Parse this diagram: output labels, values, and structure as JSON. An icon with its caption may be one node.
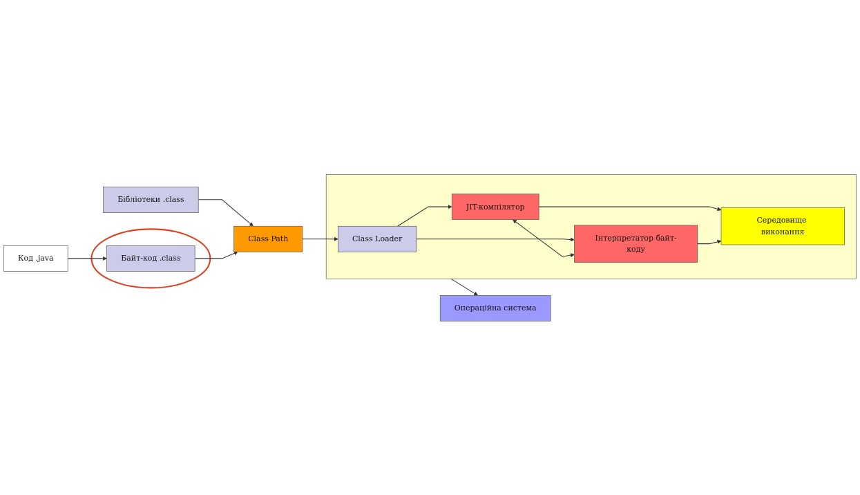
{
  "diagram": {
    "nodes": [
      {
        "text": [
          "Код .java"
        ]
      },
      {
        "text": [
          "Бібліотеки .class"
        ]
      },
      {
        "text": [],
        "shape": "circle"
      },
      {
        "text": [
          "Байт-код .class"
        ],
        "in": 2
      },
      {
        "text": [
          "Class Path"
        ]
      },
      {
        "text": [],
        "shape": "box"
      },
      {
        "text": [
          "Class Loader"
        ],
        "in": 5
      },
      {
        "text": [
          "JIT-компілятор"
        ],
        "in": 5
      },
      {
        "text": [
          "Інтерпретатор байт-коду"
        ],
        "in": 5
      },
      {
        "text": [
          "Середовище виконання"
        ],
        "in": 5
      },
      {
        "text": [
          "Операційна система"
        ]
      }
    ],
    "edges": [
      {
        "from": 0,
        "to": 3,
        "arrow": "to"
      },
      {
        "from": 1,
        "to": 4,
        "arrow": "to"
      },
      {
        "from": 3,
        "to": 4,
        "arrow": "to"
      },
      {
        "from": 4,
        "to": 6,
        "arrow": "to"
      },
      {
        "from": 6,
        "to": 7,
        "arrow": "to"
      },
      {
        "from": 6,
        "to": 8,
        "arrow": "to"
      },
      {
        "from": 7,
        "to": 8,
        "arrow": "both"
      },
      {
        "from": 7,
        "to": 9,
        "arrow": "to"
      },
      {
        "from": 8,
        "to": 9,
        "arrow": "to"
      },
      {
        "from": 5,
        "to": 10,
        "arrow": "to"
      }
    ]
  }
}
